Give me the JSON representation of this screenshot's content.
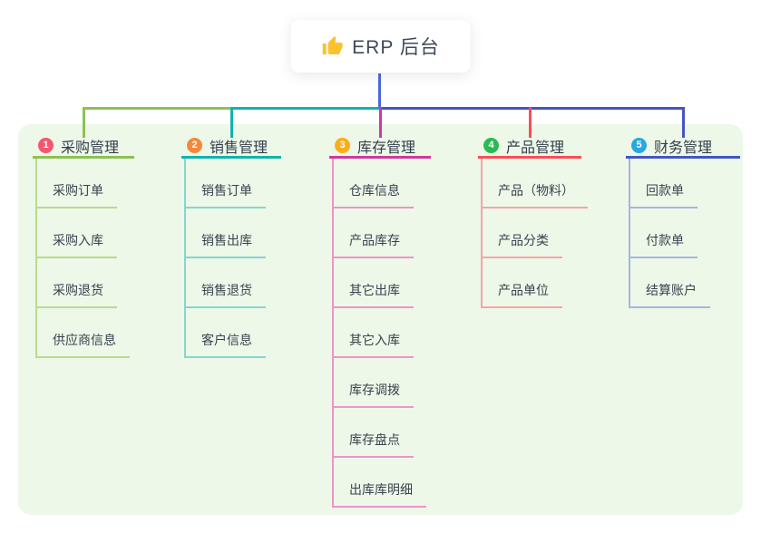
{
  "root": {
    "icon": "thumbs-up",
    "title": "ERP 后台"
  },
  "colors": {
    "background": "#ffffff",
    "panel_bg": "#edf8e9",
    "root_connector": "#4c66dd",
    "card_bg": "#ffffff",
    "text": "#3c4856",
    "thumb_icon": "#f9c22e"
  },
  "branches": [
    {
      "number": "1",
      "label": "采购管理",
      "badge_color": "#f3566e",
      "line_color": "#8cc152",
      "child_line_color": "#b7db8e",
      "children": [
        "采购订单",
        "采购入库",
        "采购退货",
        "供应商信息"
      ]
    },
    {
      "number": "2",
      "label": "销售管理",
      "badge_color": "#f7883b",
      "line_color": "#13b3ab",
      "child_line_color": "#84d6d0",
      "children": [
        "销售订单",
        "销售出库",
        "销售退货",
        "客户信息"
      ]
    },
    {
      "number": "3",
      "label": "库存管理",
      "badge_color": "#fbae17",
      "line_color": "#cf3a9d",
      "child_line_color": "#ef93c9",
      "children": [
        "仓库信息",
        "产品库存",
        "其它出库",
        "其它入库",
        "库存调拨",
        "库存盘点",
        "出库库明细"
      ]
    },
    {
      "number": "4",
      "label": "产品管理",
      "badge_color": "#2cb954",
      "line_color": "#f94d57",
      "child_line_color": "#f9a3a7",
      "children": [
        "产品（物料）",
        "产品分类",
        "产品单位"
      ]
    },
    {
      "number": "5",
      "label": "财务管理",
      "badge_color": "#29a8df",
      "line_color": "#4356c4",
      "child_line_color": "#a6b5e4",
      "children": [
        "回款单",
        "付款单",
        "结算账户"
      ]
    }
  ]
}
